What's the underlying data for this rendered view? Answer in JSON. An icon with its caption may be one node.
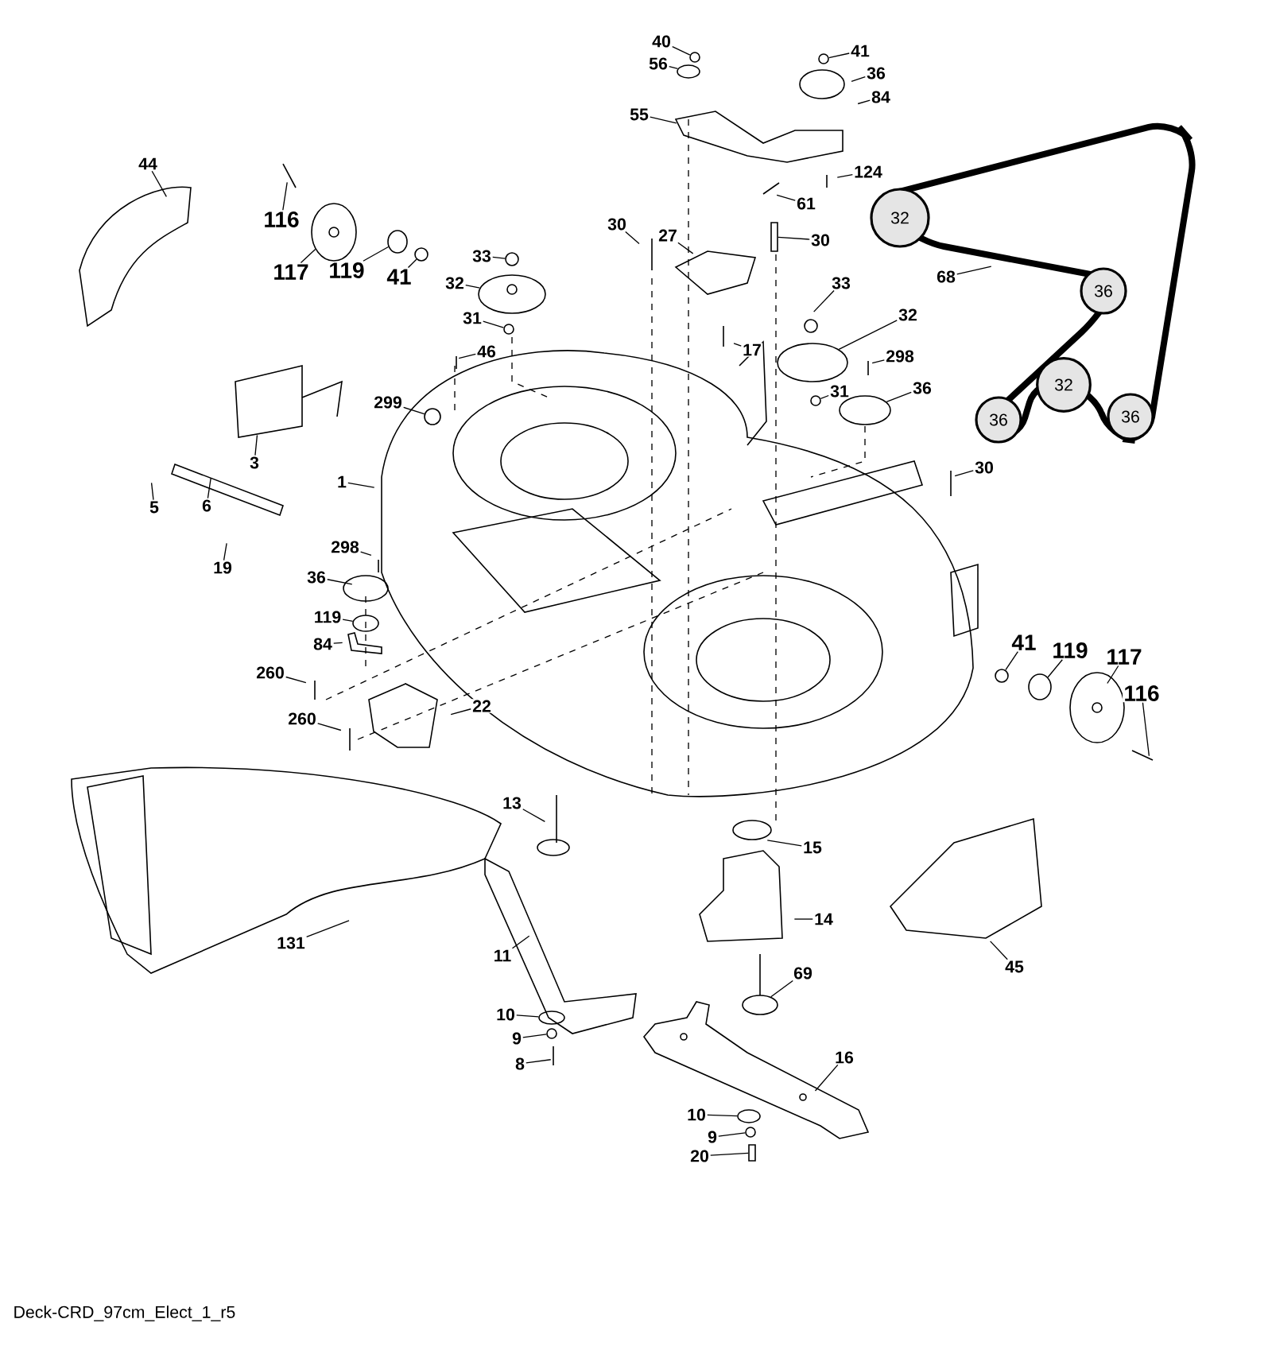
{
  "diagram": {
    "caption": "Deck-CRD_97cm_Elect_1_r5",
    "nodes": [
      {
        "text": [
          "40"
        ]
      },
      {
        "text": [
          "56"
        ]
      },
      {
        "text": [
          "41"
        ]
      },
      {
        "text": [
          "36"
        ]
      },
      {
        "text": [
          "84"
        ]
      },
      {
        "text": [
          "55"
        ]
      },
      {
        "text": [
          "124"
        ]
      },
      {
        "text": [
          "61"
        ]
      },
      {
        "text": [
          "30"
        ]
      },
      {
        "text": [
          "27"
        ]
      },
      {
        "text": [
          "30"
        ]
      },
      {
        "text": [
          "17"
        ]
      },
      {
        "text": [
          "33"
        ]
      },
      {
        "text": [
          "32"
        ]
      },
      {
        "text": [
          "298"
        ]
      },
      {
        "text": [
          "31"
        ]
      },
      {
        "text": [
          "36"
        ]
      },
      {
        "text": [
          "30"
        ]
      },
      {
        "text": [
          "68"
        ]
      },
      {
        "text": [
          "44"
        ]
      },
      {
        "text": [
          "116"
        ]
      },
      {
        "text": [
          "117"
        ]
      },
      {
        "text": [
          "119"
        ]
      },
      {
        "text": [
          "41"
        ]
      },
      {
        "text": [
          "33"
        ]
      },
      {
        "text": [
          "32"
        ]
      },
      {
        "text": [
          "31"
        ]
      },
      {
        "text": [
          "46"
        ]
      },
      {
        "text": [
          "299"
        ]
      },
      {
        "text": [
          "3"
        ]
      },
      {
        "text": [
          "5"
        ]
      },
      {
        "text": [
          "6"
        ]
      },
      {
        "text": [
          "1"
        ]
      },
      {
        "text": [
          "19"
        ]
      },
      {
        "text": [
          "298"
        ]
      },
      {
        "text": [
          "36"
        ]
      },
      {
        "text": [
          "119"
        ]
      },
      {
        "text": [
          "84"
        ]
      },
      {
        "text": [
          "260"
        ]
      },
      {
        "text": [
          "260"
        ]
      },
      {
        "text": [
          "22"
        ]
      },
      {
        "text": [
          "13"
        ]
      },
      {
        "text": [
          "15"
        ]
      },
      {
        "text": [
          "14"
        ]
      },
      {
        "text": [
          "131"
        ]
      },
      {
        "text": [
          "11"
        ]
      },
      {
        "text": [
          "69"
        ]
      },
      {
        "text": [
          "16"
        ]
      },
      {
        "text": [
          "10"
        ]
      },
      {
        "text": [
          "9"
        ]
      },
      {
        "text": [
          "8"
        ]
      },
      {
        "text": [
          "10"
        ]
      },
      {
        "text": [
          "9"
        ]
      },
      {
        "text": [
          "20"
        ]
      },
      {
        "text": [
          "41"
        ]
      },
      {
        "text": [
          "119"
        ]
      },
      {
        "text": [
          "117"
        ]
      },
      {
        "text": [
          "116"
        ]
      },
      {
        "text": [
          "45"
        ]
      },
      {
        "text": [
          "32"
        ]
      },
      {
        "text": [
          "36"
        ]
      },
      {
        "text": [
          "32"
        ]
      },
      {
        "text": [
          "36"
        ]
      },
      {
        "text": [
          "36"
        ]
      },
      {
        "text": [],
        "shape": "circle"
      },
      {
        "text": [],
        "shape": "circle"
      },
      {
        "text": [],
        "shape": "ellipse"
      },
      {
        "text": [],
        "shape": "box"
      },
      {
        "text": [],
        "shape": "ellipse"
      },
      {
        "text": [],
        "shape": "ellipse"
      },
      {
        "text": [],
        "shape": "circle"
      },
      {
        "text": [],
        "shape": "circle"
      },
      {
        "text": [],
        "shape": "ellipse"
      },
      {
        "text": [],
        "shape": "circle"
      },
      {
        "text": [],
        "shape": "ellipse"
      },
      {
        "text": [],
        "shape": "circle"
      },
      {
        "text": [],
        "shape": "ellipse"
      },
      {
        "text": [],
        "shape": "circle"
      },
      {
        "text": [],
        "shape": "ellipse"
      },
      {
        "text": [],
        "shape": "circle"
      },
      {
        "text": [],
        "shape": "ellipse"
      },
      {
        "text": [],
        "shape": "ellipse"
      },
      {
        "text": [],
        "shape": "ellipse"
      },
      {
        "text": [],
        "shape": "circle"
      },
      {
        "text": [],
        "shape": "ellipse"
      },
      {
        "text": [],
        "shape": "circle"
      },
      {
        "text": [],
        "shape": "box"
      }
    ],
    "edges": [
      {
        "from": 0,
        "to": 64,
        "arrow": "none"
      },
      {
        "from": 1,
        "to": 66,
        "arrow": "none"
      },
      {
        "from": 2,
        "to": 65,
        "arrow": "none"
      },
      {
        "from": 3,
        "to": null,
        "arrow": "none"
      },
      {
        "from": 4,
        "to": null,
        "arrow": "none"
      },
      {
        "from": 5,
        "to": null,
        "arrow": "none"
      },
      {
        "from": 6,
        "to": null,
        "arrow": "none"
      },
      {
        "from": 7,
        "to": null,
        "arrow": "none"
      },
      {
        "from": 8,
        "to": null,
        "arrow": "none"
      },
      {
        "from": 9,
        "to": null,
        "arrow": "none"
      },
      {
        "from": 10,
        "to": 67,
        "arrow": "none"
      },
      {
        "from": 11,
        "to": null,
        "arrow": "none"
      },
      {
        "from": 12,
        "to": null,
        "arrow": "none"
      },
      {
        "from": 13,
        "to": 74,
        "arrow": "none"
      },
      {
        "from": 14,
        "to": null,
        "arrow": "none"
      },
      {
        "from": 15,
        "to": 75,
        "arrow": "none"
      },
      {
        "from": 16,
        "to": 76,
        "arrow": "none"
      },
      {
        "from": 17,
        "to": null,
        "arrow": "none"
      },
      {
        "from": 18,
        "to": null,
        "arrow": "none"
      },
      {
        "from": 19,
        "to": null,
        "arrow": "none"
      },
      {
        "from": 20,
        "to": null,
        "arrow": "none"
      },
      {
        "from": 21,
        "to": 69,
        "arrow": "none"
      },
      {
        "from": 22,
        "to": 68,
        "arrow": "none"
      },
      {
        "from": 23,
        "to": 70,
        "arrow": "none"
      },
      {
        "from": 24,
        "to": 71,
        "arrow": "none"
      },
      {
        "from": 25,
        "to": 72,
        "arrow": "none"
      },
      {
        "from": 26,
        "to": 73,
        "arrow": "none"
      },
      {
        "from": 27,
        "to": null,
        "arrow": "none"
      },
      {
        "from": 28,
        "to": 77,
        "arrow": "none"
      },
      {
        "from": 29,
        "to": null,
        "arrow": "none"
      },
      {
        "from": 30,
        "to": null,
        "arrow": "none"
      },
      {
        "from": 31,
        "to": null,
        "arrow": "none"
      },
      {
        "from": 32,
        "to": null,
        "arrow": "none"
      },
      {
        "from": 33,
        "to": null,
        "arrow": "none"
      },
      {
        "from": 34,
        "to": null,
        "arrow": "none"
      },
      {
        "from": 35,
        "to": null,
        "arrow": "none"
      },
      {
        "from": 36,
        "to": 78,
        "arrow": "none"
      },
      {
        "from": 37,
        "to": null,
        "arrow": "none"
      },
      {
        "from": 38,
        "to": null,
        "arrow": "none"
      },
      {
        "from": 39,
        "to": null,
        "arrow": "none"
      },
      {
        "from": 40,
        "to": null,
        "arrow": "none"
      },
      {
        "from": 41,
        "to": null,
        "arrow": "none"
      },
      {
        "from": 42,
        "to": null,
        "arrow": "none"
      },
      {
        "from": 43,
        "to": null,
        "arrow": "none"
      },
      {
        "from": 44,
        "to": null,
        "arrow": "none"
      },
      {
        "from": 45,
        "to": null,
        "arrow": "none"
      },
      {
        "from": 46,
        "to": 81,
        "arrow": "none"
      },
      {
        "from": 47,
        "to": null,
        "arrow": "none"
      },
      {
        "from": 48,
        "to": 82,
        "arrow": "none"
      },
      {
        "from": 49,
        "to": 83,
        "arrow": "none"
      },
      {
        "from": 50,
        "to": null,
        "arrow": "none"
      },
      {
        "from": 51,
        "to": 84,
        "arrow": "none"
      },
      {
        "from": 52,
        "to": 85,
        "arrow": "none"
      },
      {
        "from": 53,
        "to": 86,
        "arrow": "none"
      },
      {
        "from": 54,
        "to": 79,
        "arrow": "none"
      },
      {
        "from": 55,
        "to": 80,
        "arrow": "none"
      },
      {
        "from": 56,
        "to": null,
        "arrow": "none"
      },
      {
        "from": 57,
        "to": null,
        "arrow": "none"
      },
      {
        "from": 58,
        "to": null,
        "arrow": "none"
      }
    ]
  }
}
